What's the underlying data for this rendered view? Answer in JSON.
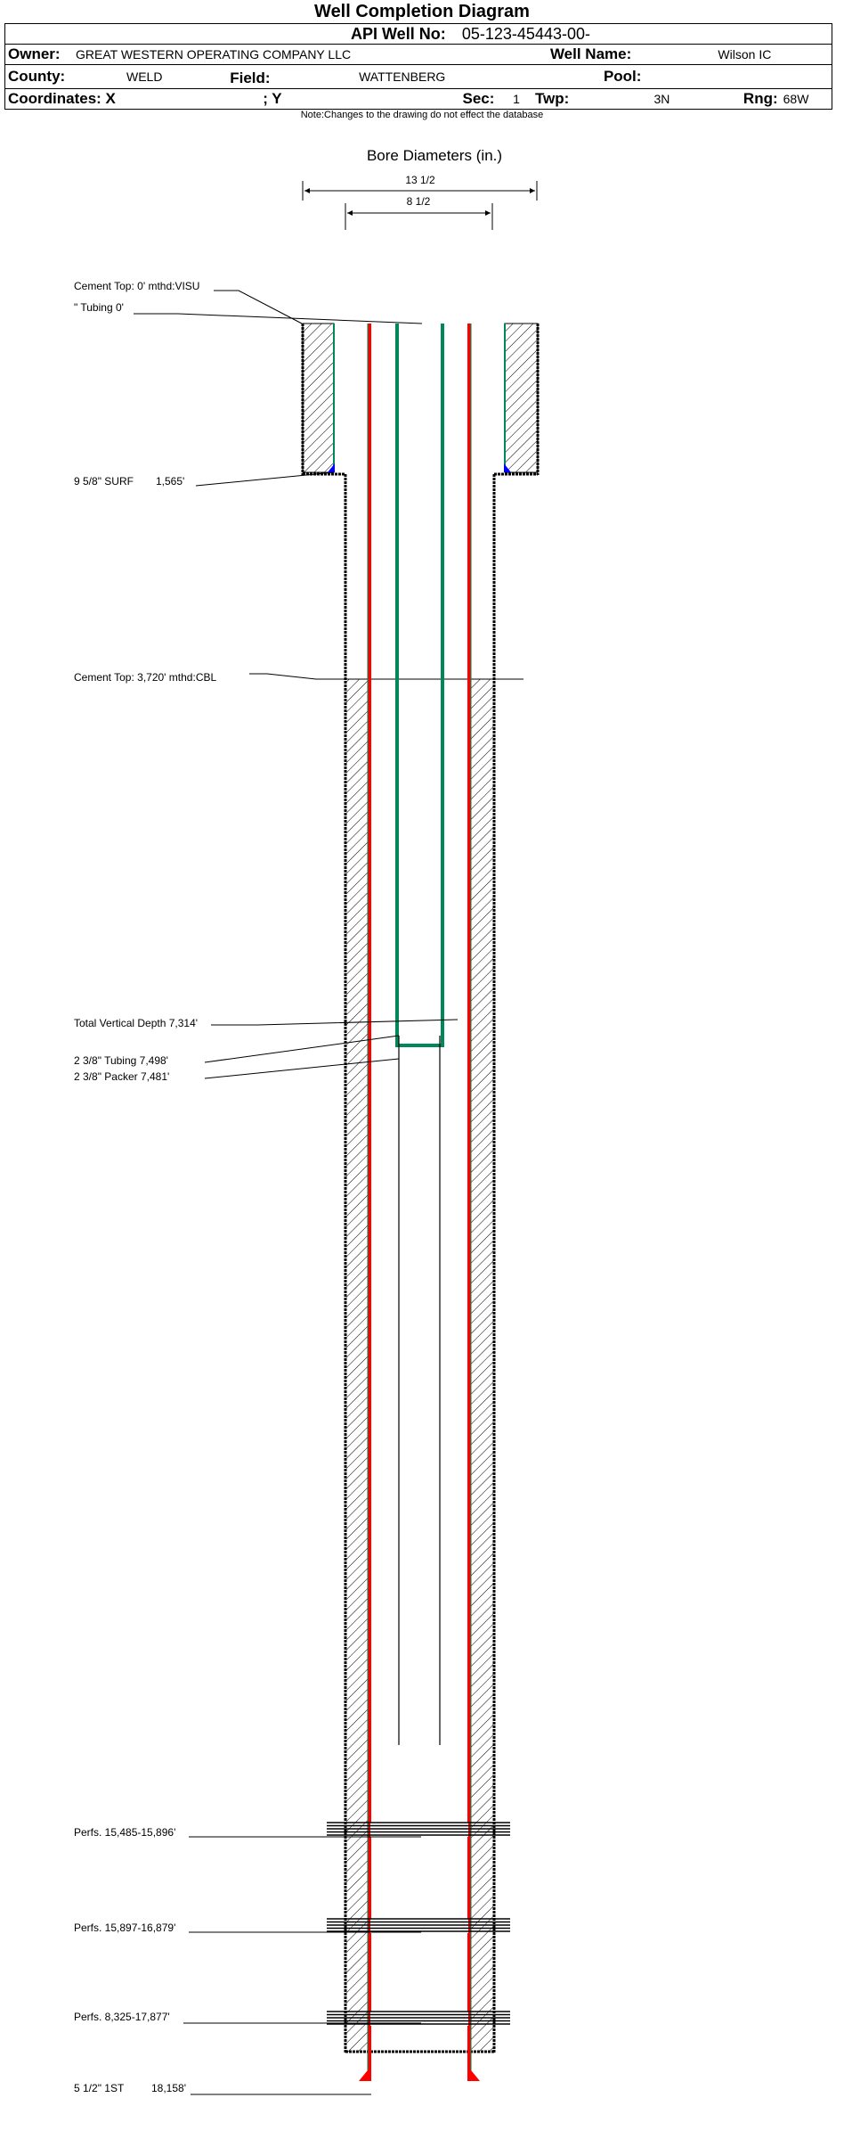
{
  "title": "Well Completion Diagram",
  "header": {
    "api_label": "API Well No:",
    "api_value": "05-123-45443-00-",
    "owner_label": "Owner:",
    "owner_value": "GREAT WESTERN OPERATING COMPANY LLC",
    "well_name_label": "Well Name:",
    "well_name_value": "Wilson IC",
    "county_label": "County:",
    "county_value": "WELD",
    "field_label": "Field:",
    "field_value": "WATTENBERG",
    "pool_label": "Pool:",
    "pool_value": "",
    "coord_x_label": "Coordinates: X",
    "coord_y_label": "; Y",
    "sec_label": "Sec:",
    "sec_value": "1",
    "twp_label": "Twp:",
    "twp_value": "3N",
    "rng_label": "Rng:",
    "rng_value": "68W"
  },
  "note": "Note:Changes to the drawing do not effect the database",
  "bore": {
    "title": "Bore Diameters (in.)",
    "outer": "13 1/2",
    "inner": "8 1/2"
  },
  "labels": {
    "cement_top_surface": "Cement Top: 0' mthd:VISU",
    "tubing_top": "\" Tubing 0'",
    "surface_casing": "9 5/8\" SURF",
    "surface_casing_depth": "1,565'",
    "cement_top_prod": "Cement Top: 3,720' mthd:CBL",
    "tvd": "Total Vertical Depth 7,314'",
    "tubing": "2 3/8\" Tubing 7,498'",
    "packer": "2 3/8\" Packer 7,481'",
    "perfs": [
      "Perfs. 15,485-15,896'",
      "Perfs. 15,897-16,879'",
      "Perfs. 8,325-17,877'"
    ],
    "prod_casing": "5 1/2\" 1ST",
    "prod_casing_depth": "18,158'"
  },
  "colors": {
    "casing": "#ff0000",
    "tubing": "#00875a",
    "surface_casing": "#0000ff"
  }
}
